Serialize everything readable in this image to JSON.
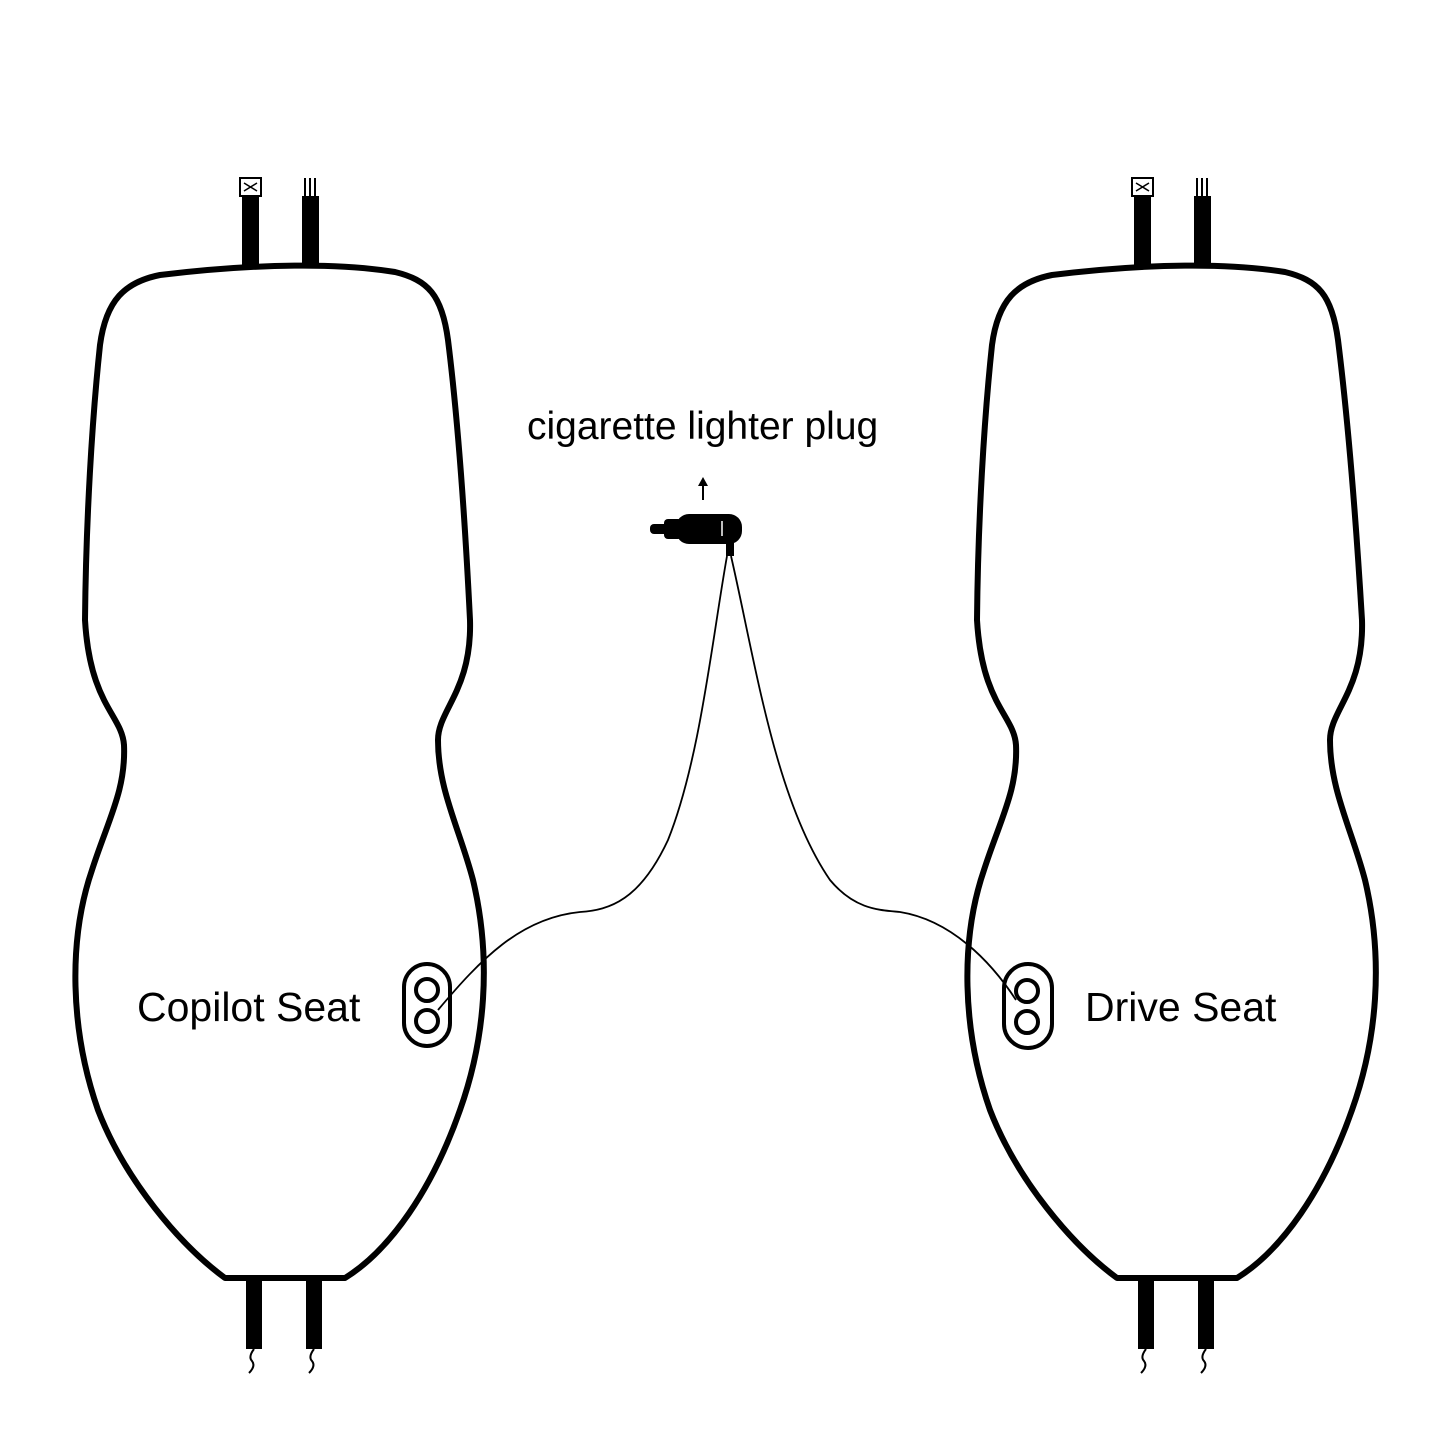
{
  "labels": {
    "plug": "cigarette lighter plug",
    "copilot_seat": "Copilot Seat",
    "drive_seat": "Drive Seat"
  },
  "colors": {
    "line": "#000000",
    "background": "#ffffff"
  }
}
